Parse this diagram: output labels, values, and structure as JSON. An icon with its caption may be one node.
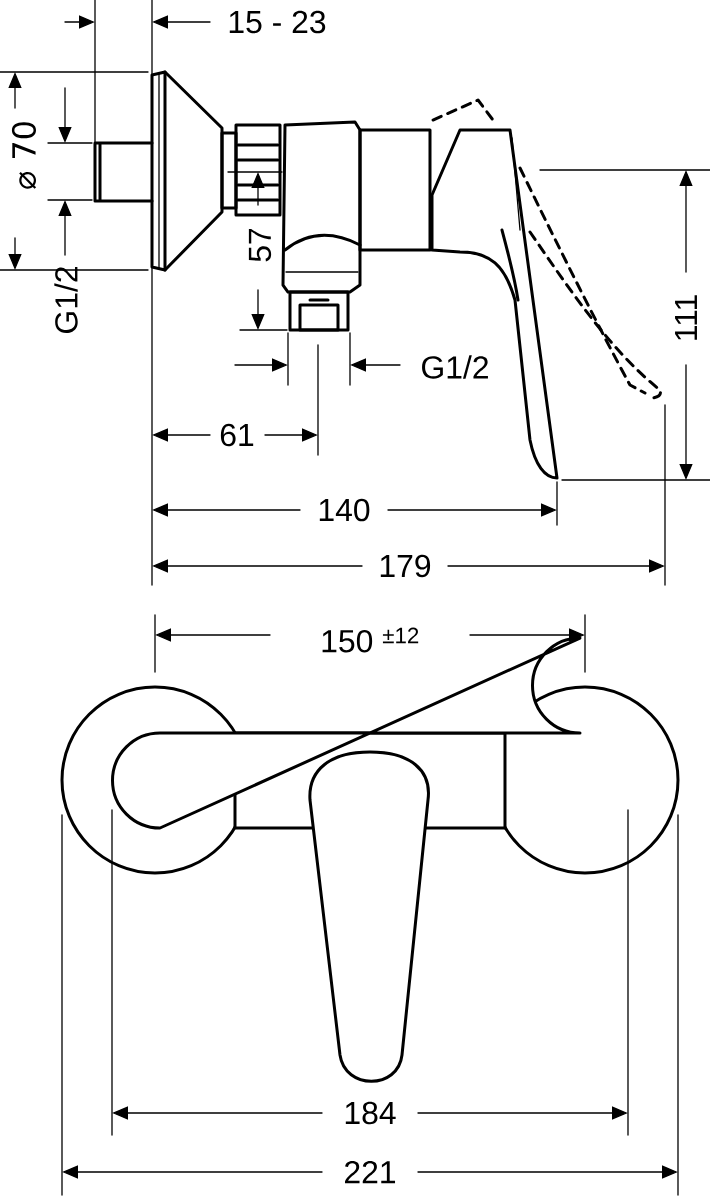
{
  "diagram": {
    "labels": [
      "15 - 23",
      "⌀ 70",
      "G1/2",
      "57",
      "G1/2",
      "61",
      "140",
      "179",
      "111",
      "150 $^{±12}$",
      "184",
      "221"
    ]
  }
}
